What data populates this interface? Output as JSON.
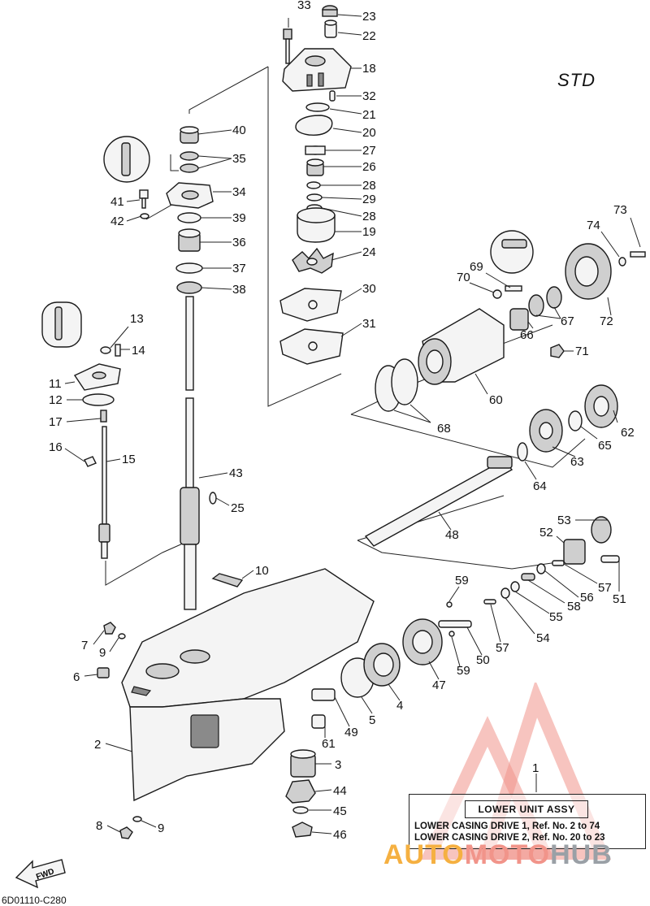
{
  "header": {
    "variant": "STD"
  },
  "assembly": {
    "number": "1",
    "title": "LOWER UNIT ASSY",
    "lines": [
      "LOWER CASING DRIVE 1,  Ref. No. 2 to 74",
      "LOWER CASING DRIVE 2,  Ref. No. 20 to 23"
    ]
  },
  "drawing_code": "6D01110-C280",
  "watermark": {
    "parts": [
      "AUTO",
      "MOTO",
      "HUB"
    ],
    "colors": [
      "#f5b041",
      "#f1948a",
      "#9aa0a6"
    ]
  },
  "fwd_label": "FWD",
  "callouts": [
    {
      "id": "33",
      "label": "33"
    },
    {
      "id": "23",
      "label": "23"
    },
    {
      "id": "22",
      "label": "22"
    },
    {
      "id": "18",
      "label": "18"
    },
    {
      "id": "32",
      "label": "32"
    },
    {
      "id": "21",
      "label": "21"
    },
    {
      "id": "20",
      "label": "20"
    },
    {
      "id": "27",
      "label": "27"
    },
    {
      "id": "26",
      "label": "26"
    },
    {
      "id": "28a",
      "label": "28"
    },
    {
      "id": "29",
      "label": "29"
    },
    {
      "id": "28b",
      "label": "28"
    },
    {
      "id": "19",
      "label": "19"
    },
    {
      "id": "24",
      "label": "24"
    },
    {
      "id": "30",
      "label": "30"
    },
    {
      "id": "31",
      "label": "31"
    },
    {
      "id": "40",
      "label": "40"
    },
    {
      "id": "35",
      "label": "35"
    },
    {
      "id": "34",
      "label": "34"
    },
    {
      "id": "41",
      "label": "41"
    },
    {
      "id": "42",
      "label": "42"
    },
    {
      "id": "39",
      "label": "39"
    },
    {
      "id": "36",
      "label": "36"
    },
    {
      "id": "37",
      "label": "37"
    },
    {
      "id": "38",
      "label": "38"
    },
    {
      "id": "13",
      "label": "13"
    },
    {
      "id": "14",
      "label": "14"
    },
    {
      "id": "11",
      "label": "11"
    },
    {
      "id": "12",
      "label": "12"
    },
    {
      "id": "17",
      "label": "17"
    },
    {
      "id": "16",
      "label": "16"
    },
    {
      "id": "15",
      "label": "15"
    },
    {
      "id": "43",
      "label": "43"
    },
    {
      "id": "25",
      "label": "25"
    },
    {
      "id": "10",
      "label": "10"
    },
    {
      "id": "7",
      "label": "7"
    },
    {
      "id": "9a",
      "label": "9"
    },
    {
      "id": "6",
      "label": "6"
    },
    {
      "id": "2",
      "label": "2"
    },
    {
      "id": "8",
      "label": "8"
    },
    {
      "id": "9b",
      "label": "9"
    },
    {
      "id": "73",
      "label": "73"
    },
    {
      "id": "74",
      "label": "74"
    },
    {
      "id": "69",
      "label": "69"
    },
    {
      "id": "70",
      "label": "70"
    },
    {
      "id": "67",
      "label": "67"
    },
    {
      "id": "72",
      "label": "72"
    },
    {
      "id": "66",
      "label": "66"
    },
    {
      "id": "71",
      "label": "71"
    },
    {
      "id": "60",
      "label": "60"
    },
    {
      "id": "68",
      "label": "68"
    },
    {
      "id": "62",
      "label": "62"
    },
    {
      "id": "65",
      "label": "65"
    },
    {
      "id": "63",
      "label": "63"
    },
    {
      "id": "64",
      "label": "64"
    },
    {
      "id": "48",
      "label": "48"
    },
    {
      "id": "53",
      "label": "53"
    },
    {
      "id": "52",
      "label": "52"
    },
    {
      "id": "57a",
      "label": "57"
    },
    {
      "id": "51",
      "label": "51"
    },
    {
      "id": "56",
      "label": "56"
    },
    {
      "id": "58",
      "label": "58"
    },
    {
      "id": "55",
      "label": "55"
    },
    {
      "id": "54",
      "label": "54"
    },
    {
      "id": "57b",
      "label": "57"
    },
    {
      "id": "59a",
      "label": "59"
    },
    {
      "id": "50",
      "label": "50"
    },
    {
      "id": "59b",
      "label": "59"
    },
    {
      "id": "47",
      "label": "47"
    },
    {
      "id": "4",
      "label": "4"
    },
    {
      "id": "5",
      "label": "5"
    },
    {
      "id": "49",
      "label": "49"
    },
    {
      "id": "61",
      "label": "61"
    },
    {
      "id": "3",
      "label": "3"
    },
    {
      "id": "44",
      "label": "44"
    },
    {
      "id": "45",
      "label": "45"
    },
    {
      "id": "46",
      "label": "46"
    }
  ]
}
